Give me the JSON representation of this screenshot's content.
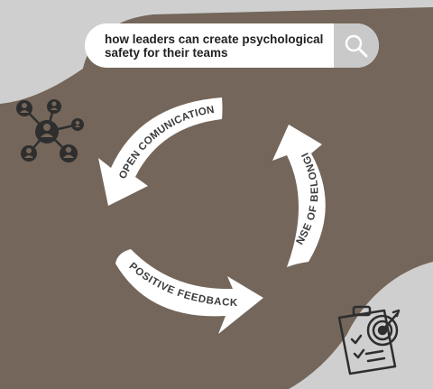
{
  "search": {
    "query": "how leaders can create psychological safety for their teams",
    "button_icon": "search-icon"
  },
  "cycle": {
    "steps": [
      "OPEN COMUNICATION",
      "SENSE OF BELONGING",
      "POSITIVE FEEDBACK"
    ]
  },
  "icons": {
    "network": "network-people-icon",
    "target": "target-checklist-icon"
  },
  "colors": {
    "background": "#74665a",
    "corner_gray": "#cfcfcf",
    "arrow": "#ffffff",
    "icon": "#2e2e2e"
  }
}
